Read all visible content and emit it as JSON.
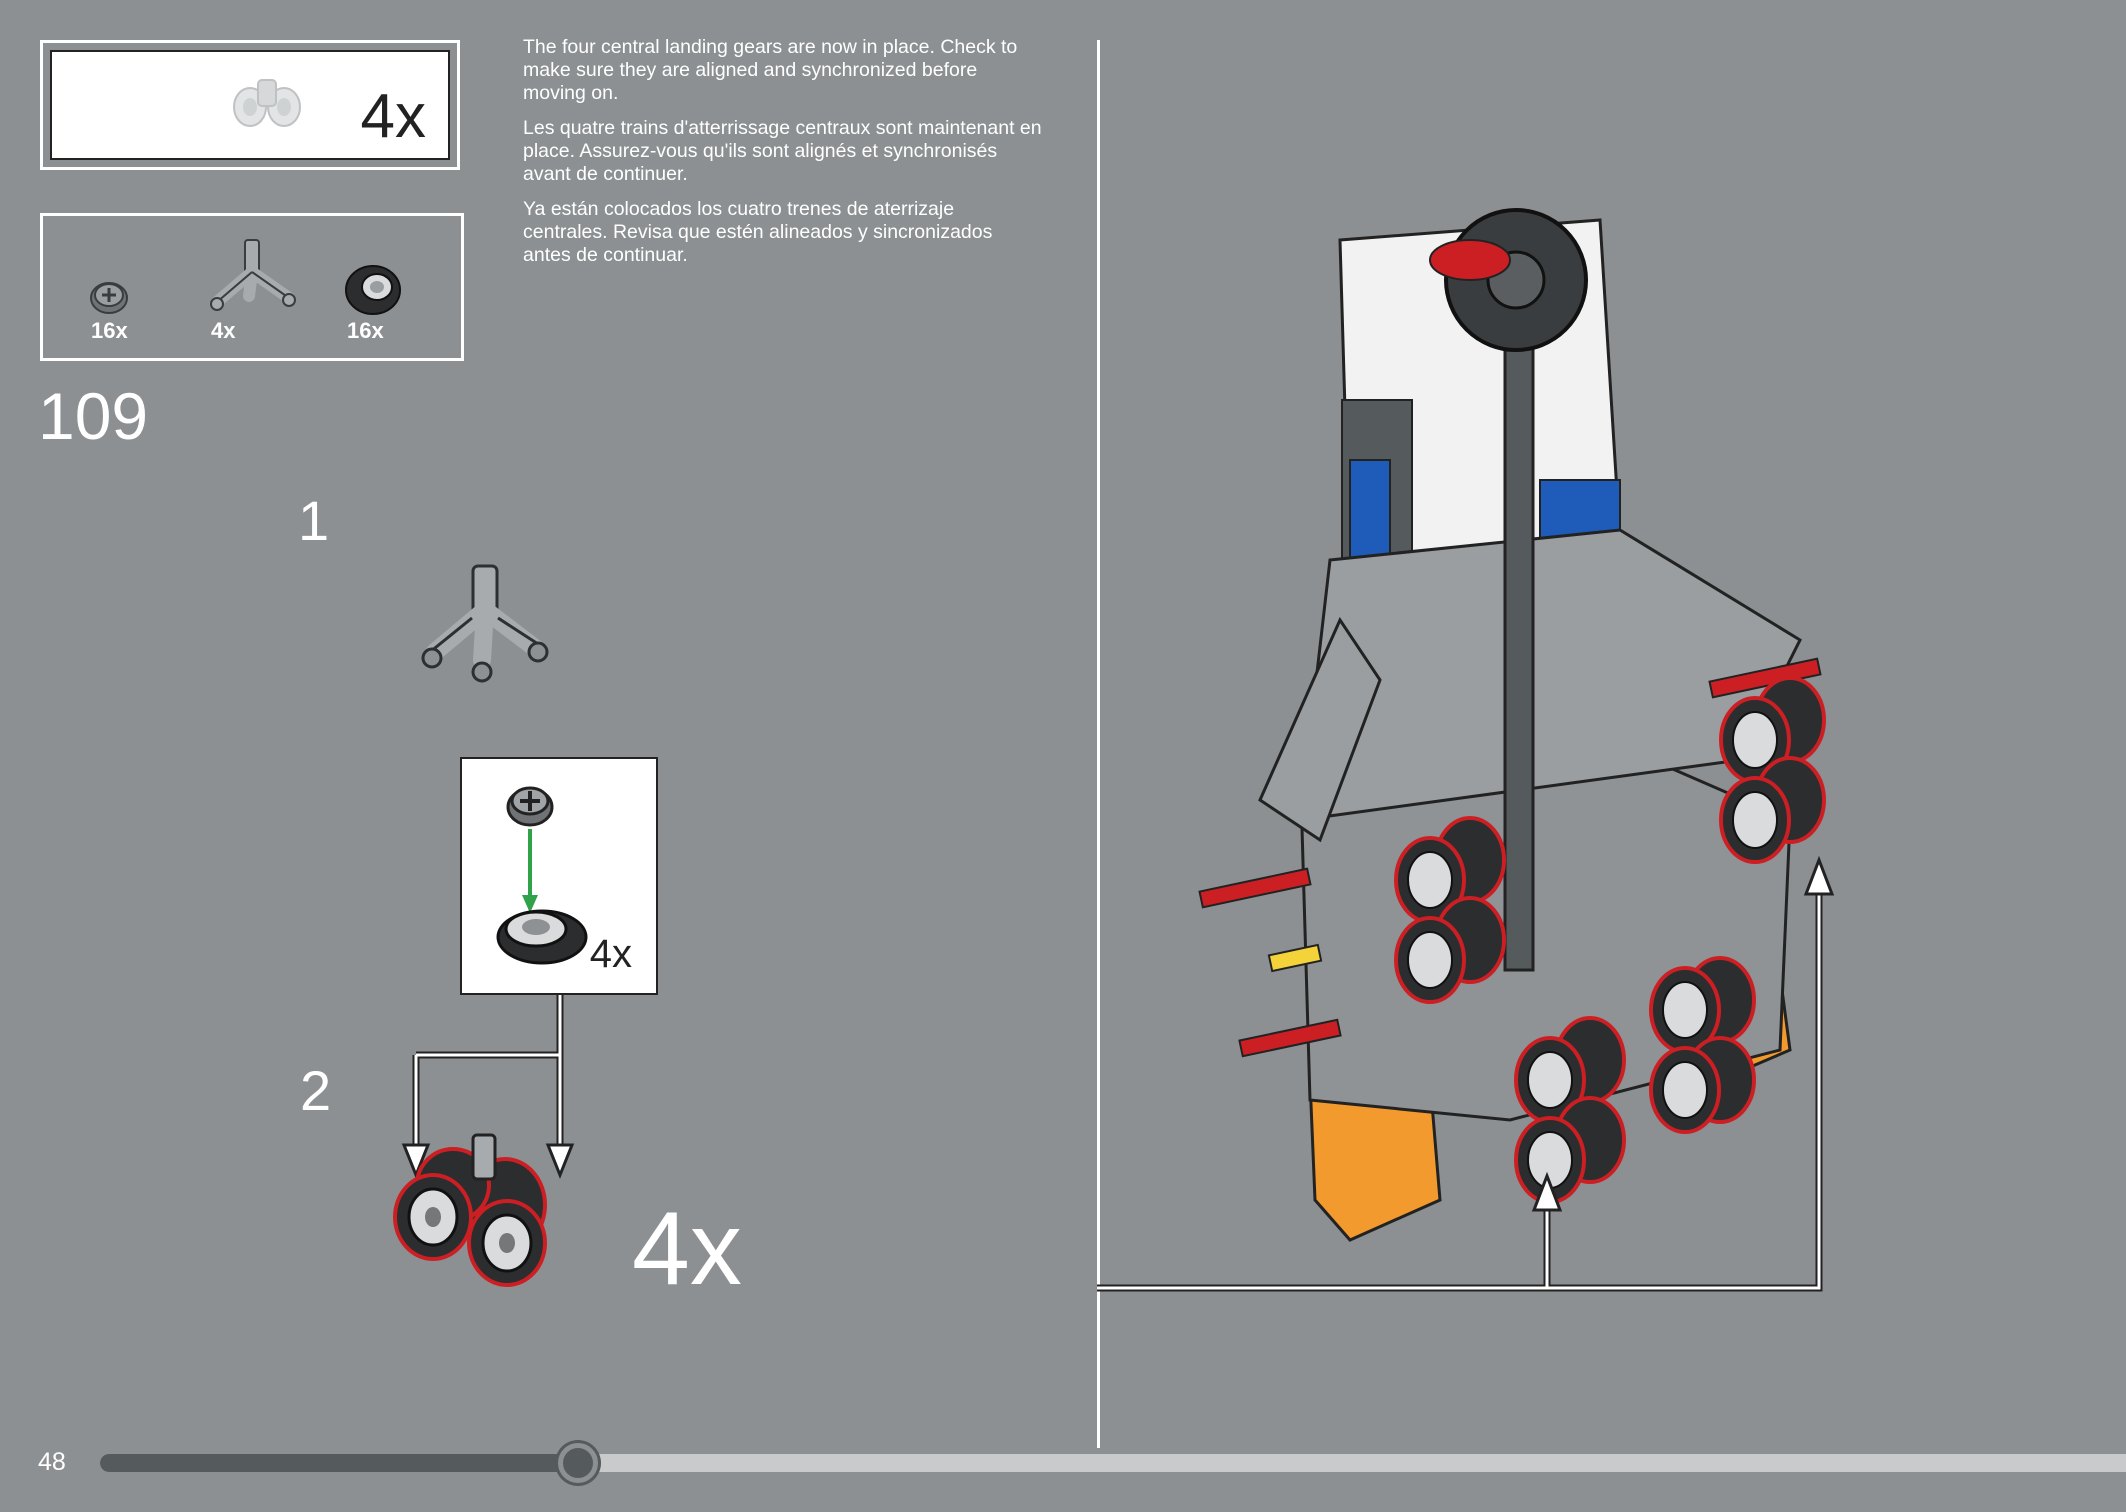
{
  "submodel": {
    "count": "4x"
  },
  "parts": [
    {
      "name": "bush-2l",
      "count": "16x"
    },
    {
      "name": "landing-gear-strut",
      "count": "4x"
    },
    {
      "name": "tire",
      "count": "16x"
    }
  ],
  "instructions": {
    "en": "The four central landing gears are now in place. Check to make sure they are aligned and synchronized before moving on.",
    "fr": "Les quatre trains d'atterrissage centraux sont maintenant en place. Assurez-vous qu'ils sont alignés et synchronisés avant de continuer.",
    "es": "Ya están colocados los cuatro trenes de aterrizaje centrales. Revisa que estén alineados y sincronizados antes de continuar."
  },
  "step": {
    "number": "109"
  },
  "substeps": [
    {
      "number": "1"
    },
    {
      "number": "2"
    }
  ],
  "callout": {
    "count": "4x"
  },
  "assembly": {
    "count": "4x"
  },
  "page": {
    "number": "48",
    "progress": 0.236
  },
  "colors": {
    "background": "#8c9092",
    "accent_red": "#cc1f24",
    "arrow_green": "#2fa24a",
    "orange": "#f39a2e",
    "blue": "#1f5bb8",
    "yellow": "#f3d23a"
  }
}
